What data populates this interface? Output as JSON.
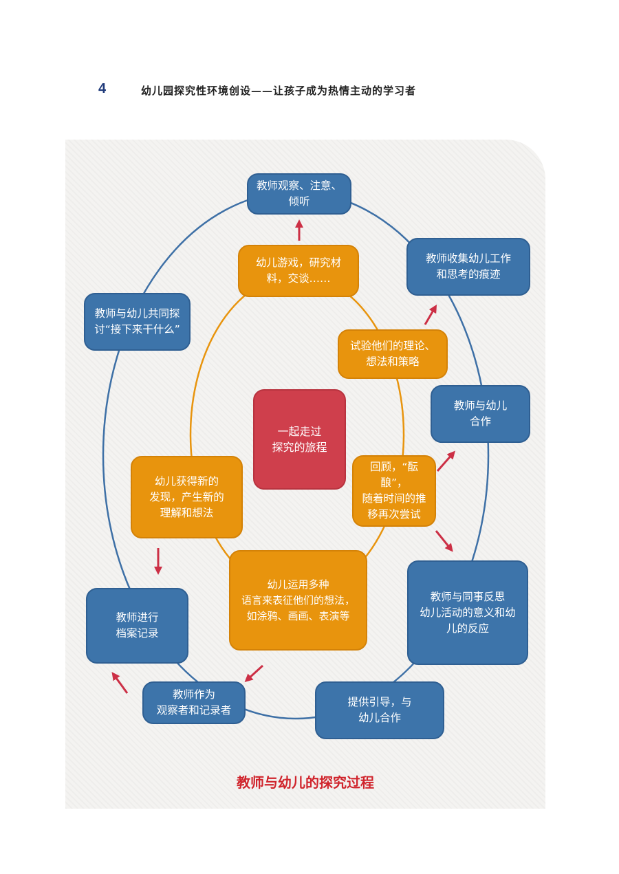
{
  "header": {
    "page_number": "4",
    "book_title": "幼儿园探究性环境创设——让孩子成为热情主动的学习者"
  },
  "colors": {
    "teacher_box": "#3d74aa",
    "child_box": "#e8940d",
    "center_box": "#cf3f4c",
    "arrow": "#cc2f45",
    "caption": "#d0242c"
  },
  "diagram": {
    "center": "一起走过\n探究的旅程",
    "teacher_steps": [
      "教师观察、注意、\n倾听",
      "教师收集幼儿工作\n和思考的痕迹",
      "教师与幼儿\n合作",
      "教师与同事反思\n幼儿活动的意义和幼\n儿的反应",
      "提供引导，与\n幼儿合作",
      "教师作为\n观察者和记录者",
      "教师进行\n档案记录",
      "教师与幼儿共同探\n讨“接下来干什么”"
    ],
    "child_steps": [
      "幼儿游戏，研究材\n料，交谈……",
      "试验他们的理论、\n想法和策略",
      "回顾，“酝酿”，\n随着时间的推\n移再次尝试",
      "幼儿运用多种\n语言来表征他们的想法，\n如涂鸦、画画、表演等",
      "幼儿获得新的\n发现，产生新的\n理解和想法"
    ]
  },
  "caption": "教师与幼儿的探究过程"
}
